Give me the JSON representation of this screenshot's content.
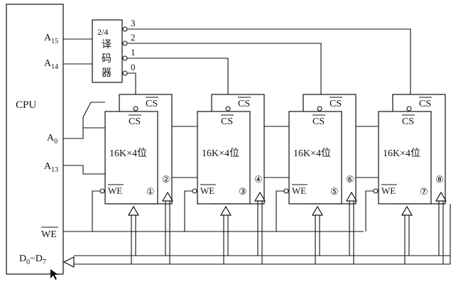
{
  "cpu": {
    "label": "CPU"
  },
  "pins": {
    "a15": {
      "main": "A",
      "sub": "15"
    },
    "a14": {
      "main": "A",
      "sub": "14"
    },
    "a0": {
      "main": "A",
      "sub": "0"
    },
    "a13": {
      "main": "A",
      "sub": "13"
    },
    "we": "WE",
    "data": {
      "d": "D",
      "s0": "0",
      "tilde": "~",
      "d2": "D",
      "s7": "7"
    }
  },
  "decoder": {
    "type": "2/4",
    "chars": [
      "译",
      "码",
      "器"
    ],
    "outputs": [
      "3",
      "2",
      "1",
      "0"
    ]
  },
  "chips": [
    {
      "size": "16K×4位",
      "cs": "CS",
      "cs_outer": "CS",
      "we": "WE",
      "left_num": "①",
      "right_num": "②"
    },
    {
      "size": "16K×4位",
      "cs": "CS",
      "cs_outer": "CS",
      "we": "WE",
      "left_num": "③",
      "right_num": "④"
    },
    {
      "size": "16K×4位",
      "cs": "CS",
      "cs_outer": "CS",
      "we": "WE",
      "left_num": "⑤",
      "right_num": "⑥"
    },
    {
      "size": "16K×4位",
      "cs": "CS",
      "cs_outer": "CS",
      "we": "WE",
      "left_num": "⑦",
      "right_num": "⑧"
    }
  ]
}
